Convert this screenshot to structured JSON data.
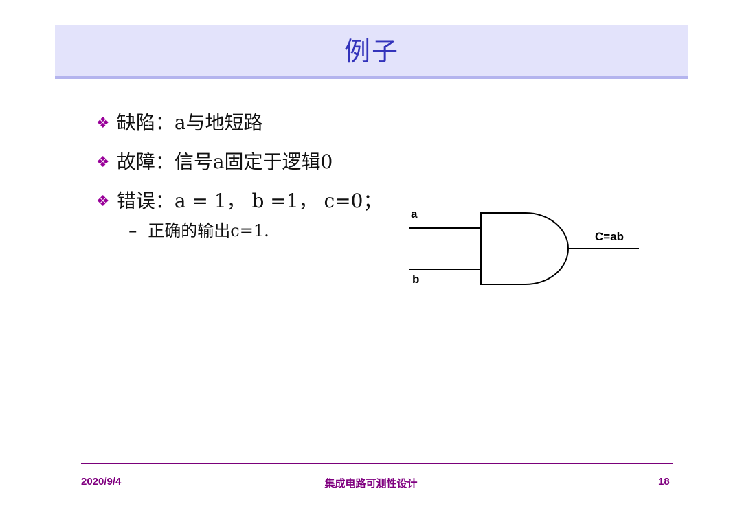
{
  "slide": {
    "title": "例子",
    "bullets": [
      {
        "marker": "❖",
        "text": "缺陷：a与地短路"
      },
      {
        "marker": "❖",
        "text": "故障：信号a固定于逻辑0"
      },
      {
        "marker": "❖",
        "text": "错误：a = 1， b =1， c=0；"
      }
    ],
    "sub_bullet": {
      "marker": "–",
      "text": "正确的输出c=1."
    }
  },
  "diagram": {
    "gate_type": "and-gate",
    "input_a_label": "a",
    "input_b_label": "b",
    "output_label": "C=ab"
  },
  "footer": {
    "date": "2020/9/4",
    "course": "集成电路可测性设计",
    "page_number": "18"
  },
  "colors": {
    "title_text": "#3333bb",
    "title_band": "#e3e3fb",
    "title_border": "#b4b4ee",
    "bullet_marker": "#990099",
    "footer": "#800080"
  }
}
